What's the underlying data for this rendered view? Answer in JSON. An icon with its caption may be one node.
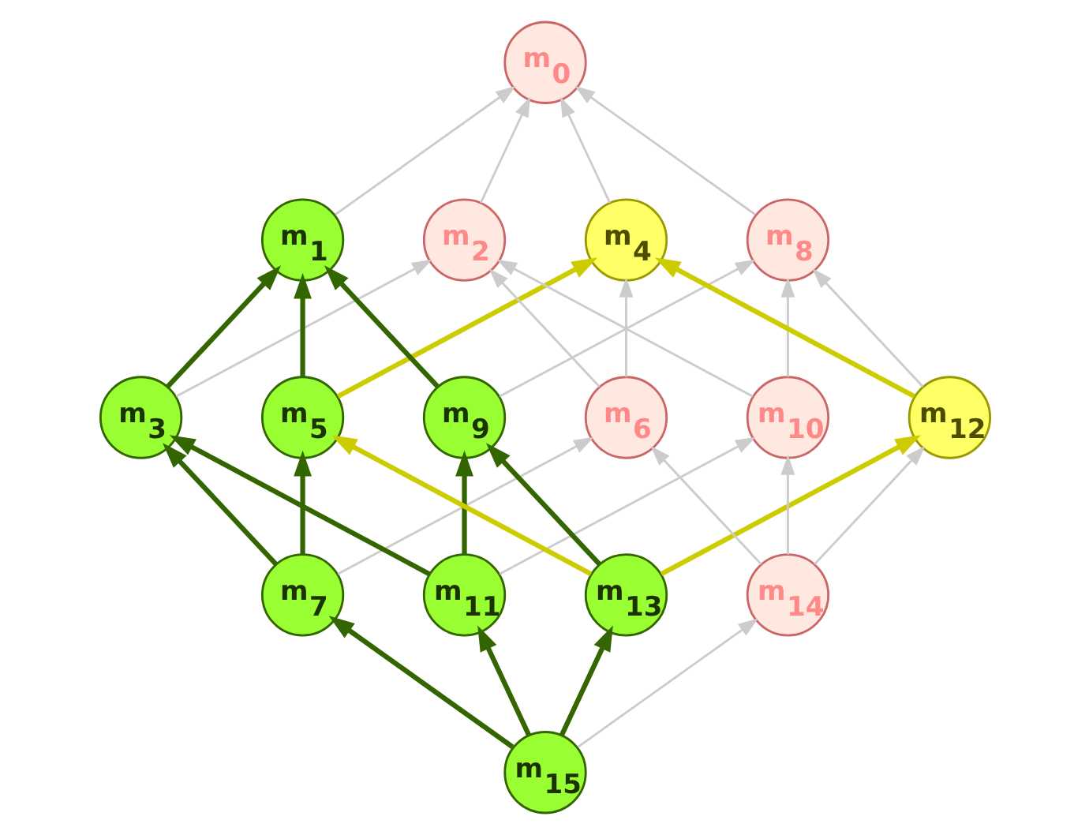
{
  "diagram": {
    "nodes": [
      {
        "text": [
          "m$_{0}$"
        ]
      },
      {
        "text": [
          "m$_{1}$"
        ]
      },
      {
        "text": [
          "m$_{2}$"
        ]
      },
      {
        "text": [
          "m$_{3}$"
        ]
      },
      {
        "text": [
          "m$_{4}$"
        ]
      },
      {
        "text": [
          "m$_{5}$"
        ]
      },
      {
        "text": [
          "m$_{6}$"
        ]
      },
      {
        "text": [
          "m$_{7}$"
        ]
      },
      {
        "text": [
          "m$_{8}$"
        ]
      },
      {
        "text": [
          "m$_{9}$"
        ]
      },
      {
        "text": [
          "m$_{10}$"
        ]
      },
      {
        "text": [
          "m$_{11}$"
        ]
      },
      {
        "text": [
          "m$_{12}$"
        ]
      },
      {
        "text": [
          "m$_{13}$"
        ]
      },
      {
        "text": [
          "m$_{14}$"
        ]
      },
      {
        "text": [
          "m$_{15}$"
        ]
      }
    ],
    "edges": [
      {
        "from": 1,
        "to": 0,
        "arrow": "to"
      },
      {
        "from": 2,
        "to": 0,
        "arrow": "to"
      },
      {
        "from": 4,
        "to": 0,
        "arrow": "to"
      },
      {
        "from": 8,
        "to": 0,
        "arrow": "to"
      },
      {
        "from": 3,
        "to": 1,
        "arrow": "to",
        "style": "thick",
        "color": "#336600"
      },
      {
        "from": 5,
        "to": 1,
        "arrow": "to",
        "style": "thick",
        "color": "#336600"
      },
      {
        "from": 9,
        "to": 1,
        "arrow": "to",
        "style": "thick",
        "color": "#336600"
      },
      {
        "from": 3,
        "to": 2,
        "arrow": "to"
      },
      {
        "from": 6,
        "to": 2,
        "arrow": "to"
      },
      {
        "from": 10,
        "to": 2,
        "arrow": "to"
      },
      {
        "from": 5,
        "to": 4,
        "arrow": "to",
        "style": "thick",
        "color": "#cccc00"
      },
      {
        "from": 6,
        "to": 4,
        "arrow": "to"
      },
      {
        "from": 12,
        "to": 4,
        "arrow": "to",
        "style": "thick",
        "color": "#cccc00"
      },
      {
        "from": 9,
        "to": 8,
        "arrow": "to"
      },
      {
        "from": 10,
        "to": 8,
        "arrow": "to"
      },
      {
        "from": 12,
        "to": 8,
        "arrow": "to"
      },
      {
        "from": 7,
        "to": 3,
        "arrow": "to",
        "style": "thick",
        "color": "#336600"
      },
      {
        "from": 11,
        "to": 3,
        "arrow": "to",
        "style": "thick",
        "color": "#336600"
      },
      {
        "from": 7,
        "to": 5,
        "arrow": "to",
        "style": "thick",
        "color": "#336600"
      },
      {
        "from": 13,
        "to": 5,
        "arrow": "to",
        "style": "thick",
        "color": "#cccc00"
      },
      {
        "from": 7,
        "to": 6,
        "arrow": "to"
      },
      {
        "from": 14,
        "to": 6,
        "arrow": "to"
      },
      {
        "from": 11,
        "to": 9,
        "arrow": "to",
        "style": "thick",
        "color": "#336600"
      },
      {
        "from": 13,
        "to": 9,
        "arrow": "to",
        "style": "thick",
        "color": "#336600"
      },
      {
        "from": 11,
        "to": 10,
        "arrow": "to"
      },
      {
        "from": 14,
        "to": 10,
        "arrow": "to"
      },
      {
        "from": 13,
        "to": 12,
        "arrow": "to",
        "style": "thick",
        "color": "#cccc00"
      },
      {
        "from": 14,
        "to": 12,
        "arrow": "to"
      },
      {
        "from": 15,
        "to": 7,
        "arrow": "to",
        "style": "thick",
        "color": "#336600"
      },
      {
        "from": 15,
        "to": 11,
        "arrow": "to",
        "style": "thick",
        "color": "#336600"
      },
      {
        "from": 15,
        "to": 13,
        "arrow": "to",
        "style": "thick",
        "color": "#336600"
      },
      {
        "from": 15,
        "to": 14,
        "arrow": "to"
      }
    ]
  }
}
